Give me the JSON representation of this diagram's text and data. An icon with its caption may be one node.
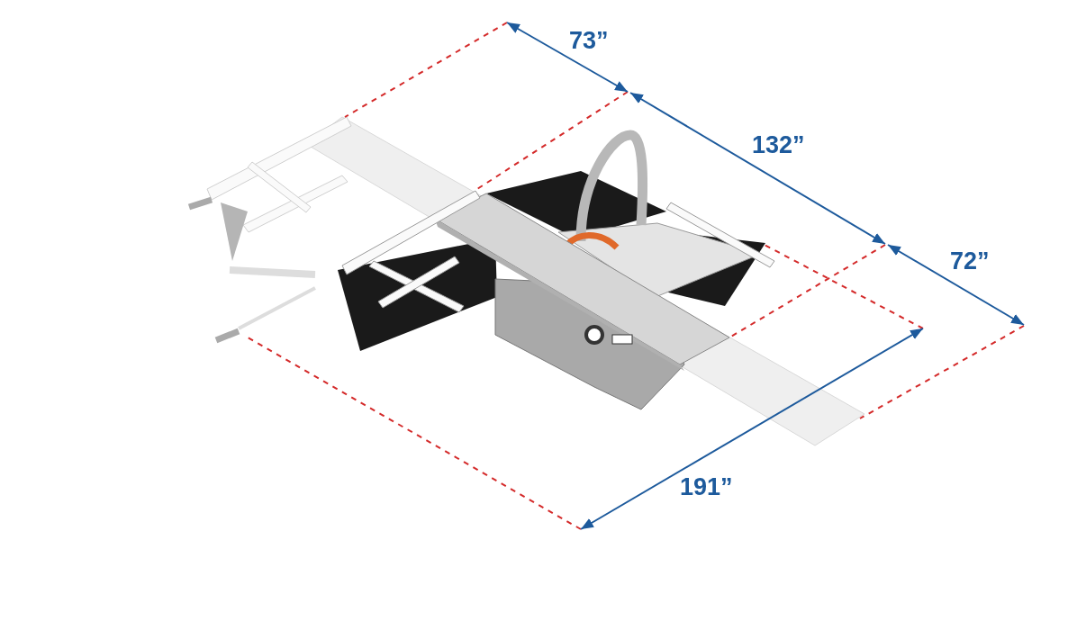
{
  "diagram": {
    "labels": [
      "73”",
      "132”",
      "72”",
      "191”"
    ]
  }
}
